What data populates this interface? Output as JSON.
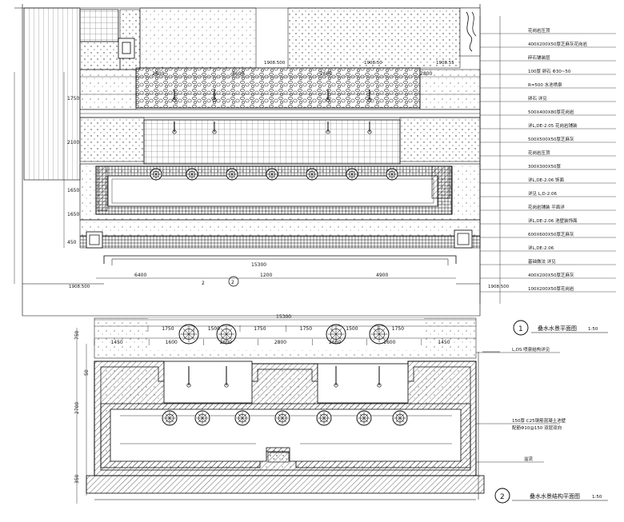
{
  "plan1": {
    "dims_top": [
      "6400",
      "1200",
      "4900"
    ],
    "dims_upper": [
      "2800",
      "2600",
      "2600",
      "2800"
    ],
    "overall": "15300",
    "left_dims": [
      "2100",
      "1650",
      "1650",
      "450",
      "1750"
    ],
    "elev_marks": [
      "1908.500",
      "1908.50",
      "1908.55"
    ],
    "bottom_left": "1908.500",
    "bottom_right": "1908.500",
    "section_marks": [
      "2",
      "2"
    ],
    "caption": "1",
    "title": "叠水水景平面图",
    "scale": "1:50",
    "callouts": [
      "花岗岩压顶",
      "400X200X50厚芝麻灰花岗岩",
      "碎石铺装层",
      "100厚 卵石 Φ30~50",
      "R=500 水池喷泉",
      "卵石 详见",
      "500X400X80厚花岗岩",
      "详L,DE-2.05 花岗岩铺装",
      "500X500X50厚芝麻灰",
      "花岗岩压顶",
      "300X300X50厚",
      "详L,DE-2.06 饰面",
      "详见 L,D-2.06",
      "花岗岩铺装 平面详",
      "详L,DE-2.06 池壁装饰面",
      "600X600X50厚芝麻灰",
      "详L,DE-2.06",
      "基础做法 详见",
      "400X200X50厚芝麻灰",
      "100X200X50厚花岗岩"
    ]
  },
  "plan2": {
    "overall": "15300",
    "dims_a": [
      "1750",
      "1500",
      "1750",
      "1750",
      "1500",
      "1750"
    ],
    "dims_b": [
      "1450",
      "1600",
      "2600",
      "2800",
      "2600",
      "1600",
      "1450"
    ],
    "left_dims": [
      "750",
      "2700",
      "350",
      "50"
    ],
    "caption": "2",
    "title": "叠水水景结构平面图",
    "scale": "1:50",
    "callouts": [
      "L,DS 喷泉结构详见",
      "150厚 C25钢筋混凝土池壁",
      "配筋Φ10@150 双层双向",
      "溢流"
    ]
  }
}
